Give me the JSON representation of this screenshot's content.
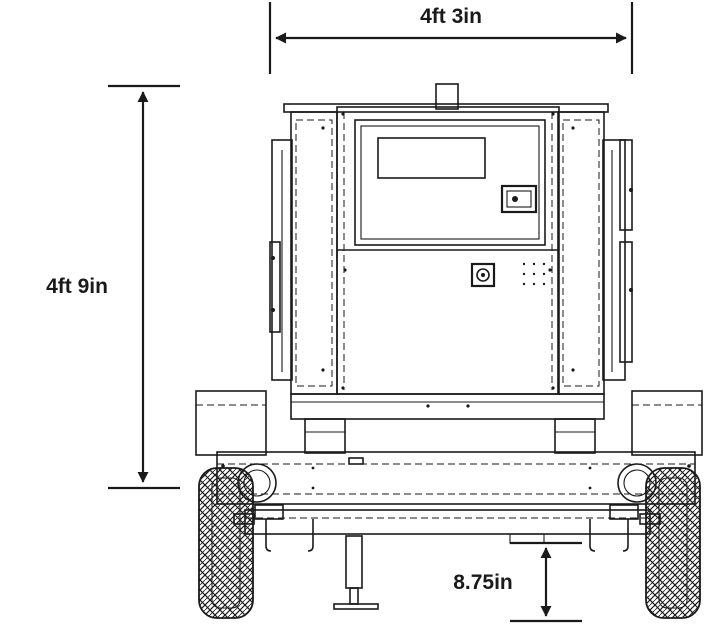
{
  "dimensions": {
    "width_label": "4ft 3in",
    "height_label": "4ft 9in",
    "clearance_label": "8.75in"
  },
  "colors": {
    "line": "#1a1a1a",
    "background": "#ffffff"
  }
}
